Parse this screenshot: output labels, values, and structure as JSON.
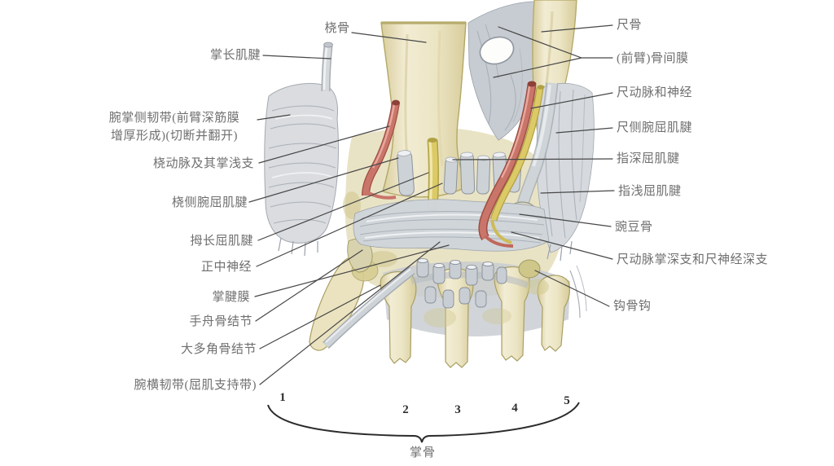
{
  "figure": {
    "labels_top": {
      "radius": "桡骨"
    },
    "labels_left": [
      {
        "text": "掌长肌腱"
      },
      {
        "line1": "腕掌侧韧带(前臂深筋膜",
        "line2": "增厚形成)(切断并翻开)"
      },
      {
        "text": "桡动脉及其掌浅支"
      },
      {
        "text": "桡侧腕屈肌腱"
      },
      {
        "text": "拇长屈肌腱"
      },
      {
        "text": "正中神经"
      },
      {
        "text": "掌腱膜"
      },
      {
        "text": "手舟骨结节"
      },
      {
        "text": "大多角骨结节"
      },
      {
        "text": "腕横韧带(屈肌支持带)"
      }
    ],
    "labels_right": [
      {
        "text": "尺骨"
      },
      {
        "text": "(前臂)骨间膜"
      },
      {
        "text": "尺动脉和神经"
      },
      {
        "text": "尺侧腕屈肌腱"
      },
      {
        "text": "指深屈肌腱"
      },
      {
        "text": "指浅屈肌腱"
      },
      {
        "text": "豌豆骨"
      },
      {
        "text": "尺动脉掌深支和尺神经深支"
      },
      {
        "text": "钩骨钩"
      }
    ],
    "labels_bottom": {
      "metacarpal_numbers": [
        "1",
        "2",
        "3",
        "4",
        "5"
      ],
      "brace_label": "掌骨"
    },
    "colors": {
      "bone": "#ece4c1",
      "bone_edge": "#a99f63",
      "tendon_gray": "#cdd2d7",
      "membrane_gray": "#c7ccd2",
      "artery_red": "#ca756a",
      "nerve_yellow": "#d9c75f",
      "label_text": "#6f6f6f",
      "leader_line": "#474747"
    }
  }
}
